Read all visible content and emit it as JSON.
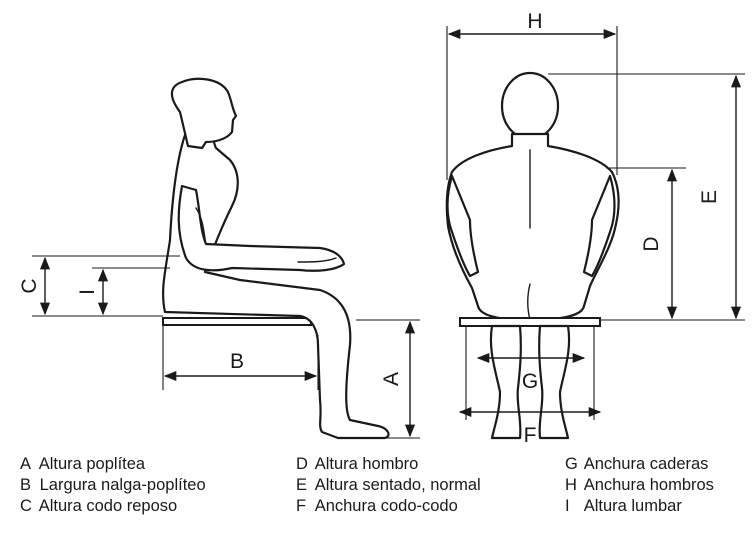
{
  "dimension_labels": {
    "A": "A",
    "B": "B",
    "C": "C",
    "D": "D",
    "E": "E",
    "F": "F",
    "G": "G",
    "H": "H",
    "I": "I"
  },
  "legend": {
    "columns": [
      [
        {
          "key": "A",
          "text": "Altura poplítea"
        },
        {
          "key": "B",
          "text": "Largura nalga-poplíteo"
        },
        {
          "key": "C",
          "text": "Altura codo reposo"
        }
      ],
      [
        {
          "key": "D",
          "text": "Altura hombro"
        },
        {
          "key": "E",
          "text": "Altura sentado, normal"
        },
        {
          "key": "F",
          "text": "Anchura codo-codo"
        }
      ],
      [
        {
          "key": "G",
          "text": "Anchura caderas"
        },
        {
          "key": "H",
          "text": "Anchura hombros"
        },
        {
          "key": "I",
          "text": "Altura lumbar"
        }
      ]
    ]
  }
}
